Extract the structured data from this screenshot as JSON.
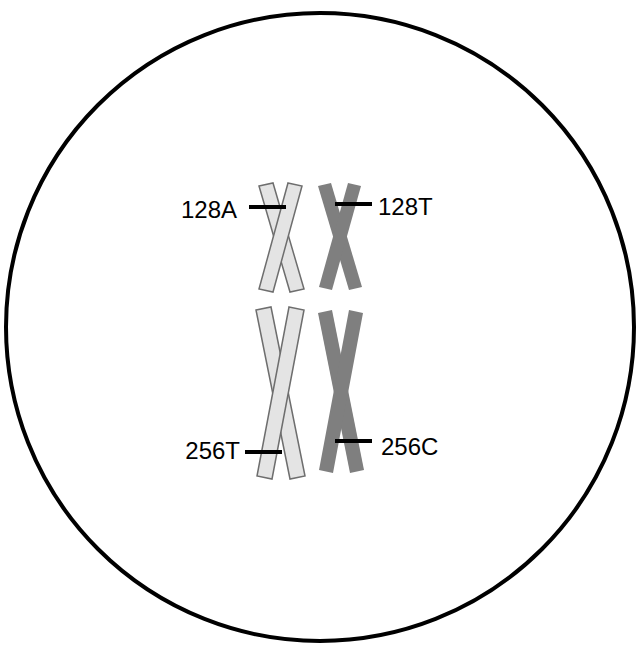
{
  "diagram": {
    "labels": [
      "128A",
      "128T",
      "256T",
      "256C"
    ]
  }
}
